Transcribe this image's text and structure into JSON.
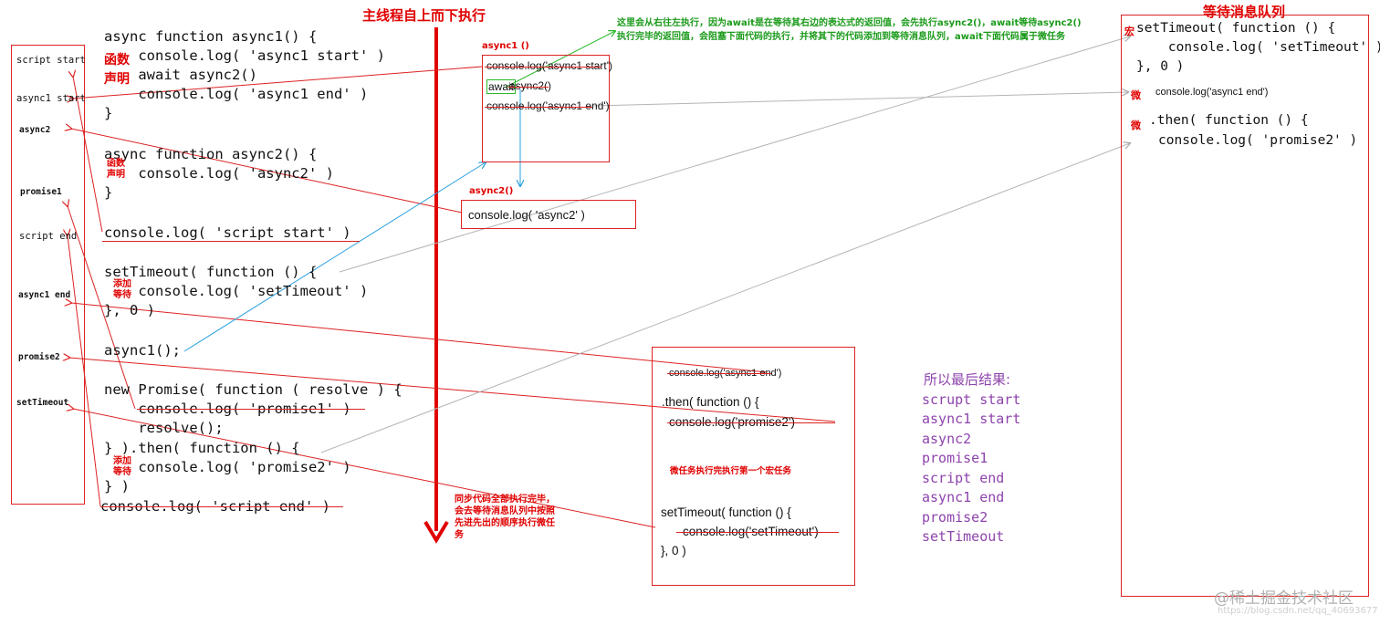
{
  "main_title": "主线程自上而下执行",
  "queue_title": "等待消息队列",
  "log_output": [
    "script start",
    "async1 start",
    "async2",
    "promise1",
    "script end",
    "async1 end",
    "promise2",
    "setTimeout"
  ],
  "code_lines": [
    "async function async1() {",
    "    console.log( 'async1 start' )",
    "    await async2()",
    "    console.log( 'async1 end' )",
    "}",
    "async function async2() {",
    "    console.log( 'async2' )",
    "}",
    "console.log( 'script start' )",
    "setTimeout( function () {",
    "    console.log( 'setTimeout' )",
    "}, 0 )",
    "async1();",
    "new Promise( function ( resolve ) {",
    "    console.log( 'promise1' )",
    "    resolve();",
    "} ).then( function () {",
    "    console.log( 'promise2' )",
    "} )",
    "console.log( 'script end' )"
  ],
  "side_labels": {
    "func_decl_1": "函数\n声明",
    "func_decl_2": "函数\n声明",
    "add_wait_1": "添加\n等待",
    "add_wait_2": "添加\n等待"
  },
  "async1_box": {
    "title": "async1 ()",
    "lines": [
      "console.log('async1 start')",
      "await",
      "async2()",
      "console.log('async1 end')"
    ]
  },
  "async2_box": {
    "title": "async2()",
    "line": "console.log( 'async2' )"
  },
  "green_note": "这里会从右往左执行，因为await是在等待其右边的表达式的返回值，会先执行async2()，await等待async2()执行完毕的返回值，会阻塞下面代码的执行，并将其下的代码添加到等待消息队列，await下面代码属于微任务",
  "micro_box": {
    "lines": [
      "console.log('async1 end')",
      ".then( function () {",
      "console.log('promise2')",
      "setTimeout( function () {",
      "console.log('setTimeout')",
      "}, 0 )"
    ],
    "note": "微任务执行完执行第一个宏任务"
  },
  "sync_done_note": "同步代码全部执行完毕，会去等待消息队列中按照先进先出的顺序执行微任务",
  "queue": {
    "macro_tag": "宏",
    "micro_tag_1": "微",
    "micro_tag_2": "微",
    "macro_lines": [
      "setTimeout( function () {",
      "    console.log( 'setTimeout' )",
      "}, 0 )"
    ],
    "micro_line_1": "console.log('async1 end')",
    "micro_lines_2": [
      ".then( function () {",
      "console.log( 'promise2' )"
    ]
  },
  "result_title": "所以最后结果:",
  "result_lines": [
    "scrupt start",
    "async1 start",
    "async2",
    "promise1",
    "script end",
    "async1 end",
    "promise2",
    "setTimeout"
  ],
  "watermark": "@稀土掘金技术社区",
  "watermark_url": "https://blog.csdn.net/qq_40693677"
}
